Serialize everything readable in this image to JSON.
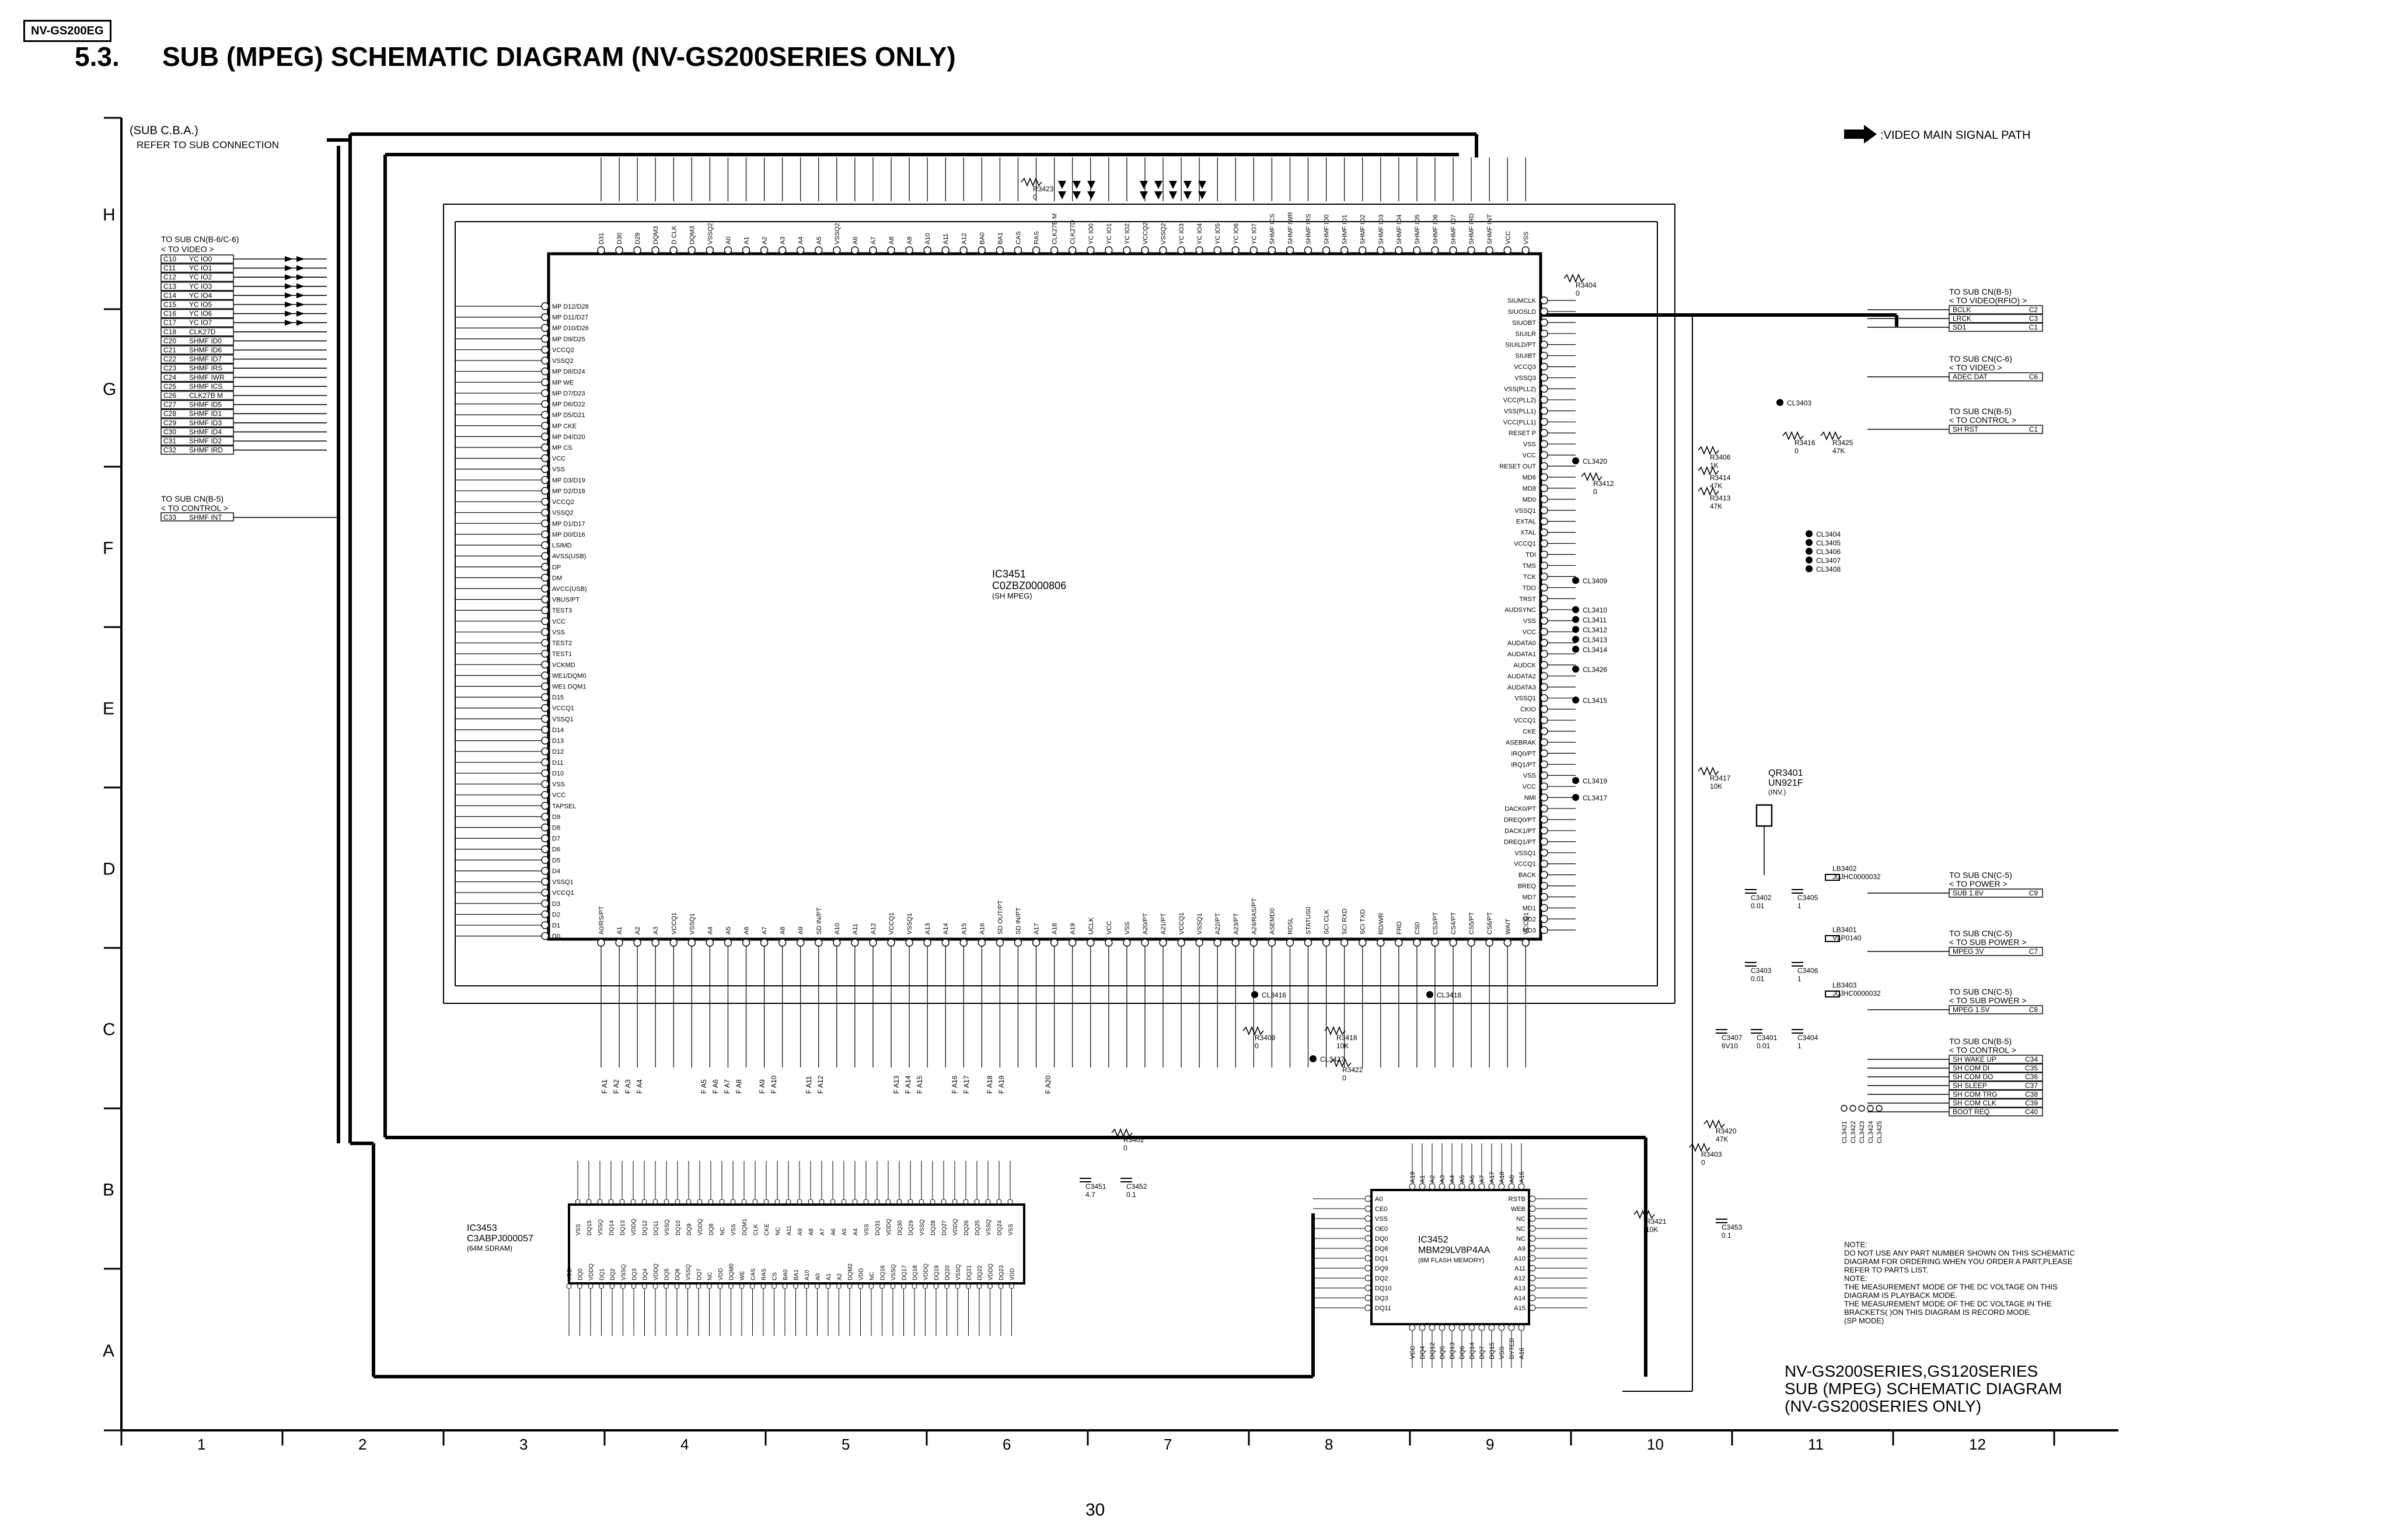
{
  "header": {
    "model_badge": "NV-GS200EG",
    "section_number": "5.3.",
    "section_title": "SUB (MPEG) SCHEMATIC DIAGRAM (NV-GS200SERIES ONLY)"
  },
  "page_number": "30",
  "legend": {
    "video_main_signal_path": ":VIDEO MAIN SIGNAL PATH"
  },
  "sub_cba": {
    "label": "(SUB C.B.A.)",
    "note": "REFER TO SUB CONNECTION"
  },
  "row_labels": [
    "H",
    "G",
    "F",
    "E",
    "D",
    "C",
    "B",
    "A"
  ],
  "column_labels": [
    "1",
    "2",
    "3",
    "4",
    "5",
    "6",
    "7",
    "8",
    "9",
    "10",
    "11",
    "12"
  ],
  "left_connector_video": {
    "title": "TO SUB CN(B-6/C-6)",
    "subtitle": "< TO VIDEO >",
    "pins": [
      {
        "pin": "C10",
        "signal": "YC IO0"
      },
      {
        "pin": "C11",
        "signal": "YC IO1"
      },
      {
        "pin": "C12",
        "signal": "YC IO2"
      },
      {
        "pin": "C13",
        "signal": "YC IO3"
      },
      {
        "pin": "C14",
        "signal": "YC IO4"
      },
      {
        "pin": "C15",
        "signal": "YC IO5"
      },
      {
        "pin": "C16",
        "signal": "YC IO6"
      },
      {
        "pin": "C17",
        "signal": "YC IO7"
      },
      {
        "pin": "C18",
        "signal": "CLK27D"
      },
      {
        "pin": "C20",
        "signal": "SHMF ID0"
      },
      {
        "pin": "C21",
        "signal": "SHMF ID6"
      },
      {
        "pin": "C22",
        "signal": "SHMF ID7"
      },
      {
        "pin": "C23",
        "signal": "SHMF IRS"
      },
      {
        "pin": "C24",
        "signal": "SHMF IWR"
      },
      {
        "pin": "C25",
        "signal": "SHMF ICS"
      },
      {
        "pin": "C26",
        "signal": "CLK27B M"
      },
      {
        "pin": "C27",
        "signal": "SHMF ID5"
      },
      {
        "pin": "C28",
        "signal": "SHMF ID1"
      },
      {
        "pin": "C29",
        "signal": "SHMF ID3"
      },
      {
        "pin": "C30",
        "signal": "SHMF ID4"
      },
      {
        "pin": "C31",
        "signal": "SHMF ID2"
      },
      {
        "pin": "C32",
        "signal": "SHMF IRD"
      }
    ]
  },
  "left_connector_control": {
    "title": "TO SUB CN(B-5)",
    "subtitle": "< TO CONTROL >",
    "pins": [
      {
        "pin": "C33",
        "signal": "SHMF INT"
      }
    ]
  },
  "ic_main": {
    "ref": "IC3451",
    "part": "C0ZBZ0000806",
    "desc": "(SH MPEG)",
    "left_pins": [
      "MP D12/D28",
      "MP D11/D27",
      "MP D10/D26",
      "MP D9/D25",
      "VCCQ2",
      "VSSQ2",
      "MP D8/D24",
      "MP WE",
      "MP D7/D23",
      "MP D6/D22",
      "MP D5/D21",
      "MP CKE",
      "MP D4/D20",
      "MP CS",
      "VCC",
      "VSS",
      "MP D3/D19",
      "MP D2/D18",
      "VCCQ2",
      "VSSQ2",
      "MP D1/D17",
      "MP D0/D16",
      "LSIMD",
      "AVSS(USB)",
      "DP",
      "DM",
      "AVCC(USB)",
      "VBUS/PT",
      "TEST3",
      "VCC",
      "VSS",
      "TEST2",
      "TEST1",
      "VCKMD",
      "WE1/DQM0",
      "WE1 DQM1",
      "D15",
      "VCCQ1",
      "VSSQ1",
      "D14",
      "D13",
      "D12",
      "D11",
      "D10",
      "VSS",
      "VCC",
      "TAPSEL",
      "D9",
      "D8",
      "D7",
      "D6",
      "D5",
      "D4",
      "VSSQ1",
      "VCCQ1",
      "D3",
      "D2",
      "D1",
      "D0"
    ],
    "right_pins": [
      "SIUMCLK",
      "SIUOSLD",
      "SIUOBT",
      "SIUILR",
      "SIUILD/PT",
      "SIUIBT",
      "VCCQ3",
      "VSSQ3",
      "VSS(PLL2)",
      "VCC(PLL2)",
      "VSS(PLL1)",
      "VCC(PLL1)",
      "RESET P",
      "VSS",
      "VCC",
      "RESET OUT",
      "MD6",
      "MD8",
      "MD0",
      "VSSQ1",
      "EXTAL",
      "XTAL",
      "VCCQ1",
      "TDI",
      "TMS",
      "TCK",
      "TDO",
      "TRST",
      "AUDSYNC",
      "VSS",
      "VCC",
      "AUDATA0",
      "AUDATA1",
      "AUDCK",
      "AUDATA2",
      "AUDATA3",
      "VSSQ1",
      "CKIO",
      "VCCQ1",
      "CKE",
      "ASEBRAK",
      "IRQ0/PT",
      "IRQ1/PT",
      "VSS",
      "VCC",
      "NMI",
      "DACK0/PT",
      "DREQ0/PT",
      "DACK1/PT",
      "DREQ1/PT",
      "VSSQ1",
      "VCCQ1",
      "BACK",
      "BREQ",
      "MD7",
      "MD1",
      "MD2",
      "MD3"
    ],
    "top_pins": [
      "D31",
      "D30",
      "D29",
      "DQM3",
      "D CLK",
      "DQM3",
      "VSSQ2",
      "A0",
      "A1",
      "A2",
      "A3",
      "A4",
      "A5",
      "VSSQ2",
      "A6",
      "A7",
      "A8",
      "A9",
      "A10",
      "A11",
      "A12",
      "BA0",
      "BA1",
      "CAS",
      "RAS",
      "CLK27B M",
      "CLK27D",
      "YC IO0",
      "YC IO1",
      "YC IO2",
      "VCCQ2",
      "VSSQ2",
      "YC IO3",
      "YC IO4",
      "YC IO5",
      "YC IO6",
      "YC IO7",
      "SHMF ICS",
      "SHMF IWR",
      "SHMF IRS",
      "SHMF ID0",
      "SHMF ID1",
      "SHMF ID2",
      "SHMF ID3",
      "SHMF ID4",
      "SHMF ID5",
      "SHMF ID6",
      "SHMF ID7",
      "SHMF IRD",
      "SHMF INT",
      "VCC",
      "VSS"
    ],
    "bottom_pins": [
      "A0/RS/PT",
      "A1",
      "A2",
      "A3",
      "VCCQ1",
      "VSSQ1",
      "A4",
      "A5",
      "A6",
      "A7",
      "A8",
      "A9",
      "SD IN/PT",
      "A10",
      "A11",
      "A12",
      "VCCQ1",
      "VSSQ1",
      "A13",
      "A14",
      "A15",
      "A16",
      "SD OUT/PT",
      "SD IN/PT",
      "A17",
      "A18",
      "A19",
      "UCLK",
      "VCC",
      "VSS",
      "A20/PT",
      "A21/PT",
      "VCCQ1",
      "VSSQ1",
      "A22/PT",
      "A23/PT",
      "A24/RAS/PT",
      "ASEMD0",
      "RDSL",
      "STATUS0",
      "SCI CLK",
      "SCI RXD",
      "SCI TXD",
      "RD/WR",
      "FRD",
      "CS0",
      "CS3/PT",
      "CS4/PT",
      "CS5/PT",
      "CS6/PT",
      "WAIT",
      "VCCQ1"
    ]
  },
  "ic_sdram": {
    "ref": "IC3453",
    "part": "C3ABPJ000057",
    "desc": "(64M SDRAM)",
    "top_pins": [
      "VSS",
      "DQ15",
      "VSSQ",
      "DQ14",
      "DQ13",
      "VDDQ",
      "DQ12",
      "DQ11",
      "VSSQ",
      "DQ10",
      "DQ9",
      "VDDQ",
      "DQ8",
      "NC",
      "VSS",
      "DQM1",
      "CLK",
      "CKE",
      "NC",
      "A11",
      "A9",
      "A8",
      "A7",
      "A6",
      "A5",
      "A4",
      "VSS",
      "DQ31",
      "VDDQ",
      "DQ30",
      "DQ29",
      "VSSQ",
      "DQ28",
      "DQ27",
      "VDDQ",
      "DQ26",
      "DQ25",
      "VSSQ",
      "DQ24",
      "VSS"
    ],
    "bottom_pins": [
      "VDD",
      "DQ0",
      "VDDQ",
      "DQ1",
      "DQ2",
      "VSSQ",
      "DQ3",
      "DQ4",
      "VDDQ",
      "DQ5",
      "DQ6",
      "VSSQ",
      "DQ7",
      "NC",
      "VDD",
      "DQM0",
      "WE",
      "CAS",
      "RAS",
      "CS",
      "BA0",
      "BA1",
      "A10",
      "A0",
      "A1",
      "A2",
      "DQM2",
      "VDD",
      "NC",
      "DQ16",
      "VSSQ",
      "DQ17",
      "DQ18",
      "VDDQ",
      "DQ19",
      "DQ20",
      "VSSQ",
      "DQ21",
      "DQ22",
      "VDDQ",
      "DQ23",
      "VDD"
    ]
  },
  "ic_flash": {
    "ref": "IC3452",
    "part": "MBM29LV8P4AA",
    "desc": "(8M FLASH MEMORY)",
    "left_pins": [
      "A0",
      "CE0",
      "VSS",
      "OE0",
      "DQ0",
      "DQ8",
      "DQ1",
      "DQ9",
      "DQ2",
      "DQ10",
      "DQ3",
      "DQ11"
    ],
    "right_pins": [
      "RSTB",
      "WEB",
      "NC",
      "NC",
      "NC",
      "A9",
      "A10",
      "A11",
      "A12",
      "A13",
      "A14",
      "A15"
    ],
    "top_pins": [
      "A19",
      "A1",
      "A2",
      "A3",
      "A4",
      "A5",
      "A6",
      "A7",
      "A17",
      "A18",
      "A8",
      "A16"
    ],
    "bottom_pins": [
      "VCC",
      "DQ4",
      "DQ12",
      "DQ5",
      "DQ13",
      "DQ6",
      "DQ14",
      "DQ7",
      "DQ15",
      "VSS",
      "BYTEB",
      "A16"
    ]
  },
  "right_connectors": [
    {
      "title": "TO SUB CN(B-5)",
      "subtitle": "< TO VIDEO(RFIO) >",
      "pins": [
        {
          "pin": "C2",
          "signal": "BCLK"
        },
        {
          "pin": "C3",
          "signal": "LRCK"
        },
        {
          "pin": "C1",
          "signal": "SD1"
        }
      ]
    },
    {
      "title": "TO SUB CN(C-6)",
      "subtitle": "< TO VIDEO >",
      "pins": [
        {
          "pin": "C6",
          "signal": "ADEC DAT"
        }
      ]
    },
    {
      "title": "TO SUB CN(B-5)",
      "subtitle": "< TO CONTROL >",
      "pins": [
        {
          "pin": "C1",
          "signal": "SH RST"
        }
      ]
    },
    {
      "title": "TO SUB CN(C-5)",
      "subtitle": "< TO POWER >",
      "pins": [
        {
          "pin": "C9",
          "signal": "SUB 1.8V"
        }
      ]
    },
    {
      "title": "TO SUB CN(C-5)",
      "subtitle": "< TO SUB POWER >",
      "pins": [
        {
          "pin": "C7",
          "signal": "MPEG 3V"
        }
      ]
    },
    {
      "title": "TO SUB CN(C-5)",
      "subtitle": "< TO SUB POWER >",
      "pins": [
        {
          "pin": "C8",
          "signal": "MPEG 1.5V"
        }
      ]
    },
    {
      "title": "TO SUB CN(B-5)",
      "subtitle": "< TO CONTROL >",
      "pins": [
        {
          "pin": "C34",
          "signal": "SH WAKE UP"
        },
        {
          "pin": "C35",
          "signal": "SH COM DI"
        },
        {
          "pin": "C36",
          "signal": "SH COM DO"
        },
        {
          "pin": "C37",
          "signal": "SH SLEEP"
        },
        {
          "pin": "C38",
          "signal": "SH COM TRG"
        },
        {
          "pin": "C39",
          "signal": "SH COM CLK"
        },
        {
          "pin": "C40",
          "signal": "BOOT REQ"
        }
      ]
    }
  ],
  "components": [
    {
      "ref": "R3404",
      "value": "0"
    },
    {
      "ref": "R3423",
      "value": "0"
    },
    {
      "ref": "R3416",
      "value": "0"
    },
    {
      "ref": "R3425",
      "value": "47K"
    },
    {
      "ref": "R3406",
      "value": "1K"
    },
    {
      "ref": "R3414",
      "value": "47K"
    },
    {
      "ref": "R3413",
      "value": "47K"
    },
    {
      "ref": "R3412",
      "value": "0"
    },
    {
      "ref": "R3417",
      "value": "10K"
    },
    {
      "ref": "R3409",
      "value": "0"
    },
    {
      "ref": "R3418",
      "value": "10K"
    },
    {
      "ref": "R3422",
      "value": "0"
    },
    {
      "ref": "R3402",
      "value": "0"
    },
    {
      "ref": "R3420",
      "value": "47K"
    },
    {
      "ref": "R3403",
      "value": "0"
    },
    {
      "ref": "R3421",
      "value": "10K"
    },
    {
      "ref": "C3402",
      "value": "0.01"
    },
    {
      "ref": "C3405",
      "value": "1"
    },
    {
      "ref": "C3403",
      "value": "0.01"
    },
    {
      "ref": "C3406",
      "value": "1"
    },
    {
      "ref": "C3407",
      "value": "6V10"
    },
    {
      "ref": "C3401",
      "value": "0.01"
    },
    {
      "ref": "C3404",
      "value": "1"
    },
    {
      "ref": "C3451",
      "value": "4.7"
    },
    {
      "ref": "C3452",
      "value": "0.1"
    },
    {
      "ref": "C3453",
      "value": "0.1"
    },
    {
      "ref": "LB3402",
      "value": "J0JHC0000032"
    },
    {
      "ref": "LB3401",
      "value": "VLP0140"
    },
    {
      "ref": "LB3403",
      "value": "J0JHC0000032"
    }
  ],
  "transistor": {
    "ref": "QR3401",
    "part": "UN921F",
    "desc": "(INV.)"
  },
  "cl_points": [
    "CL3403",
    "CL3420",
    "CL3404",
    "CL3405",
    "CL3406",
    "CL3407",
    "CL3408",
    "CL3409",
    "CL3410",
    "CL3411",
    "CL3412",
    "CL3413",
    "CL3414",
    "CL3426",
    "CL3415",
    "CL3419",
    "CL3417",
    "CL3416",
    "CL3418",
    "CL3427",
    "CL3421",
    "CL3422",
    "CL3423",
    "CL3424",
    "CL3425"
  ],
  "bus_labels": [
    "F A1",
    "F A2",
    "F A3",
    "F A4",
    "F A5",
    "F A6",
    "F A7",
    "F A8",
    "F A9",
    "F A10",
    "F A11",
    "F A12",
    "F A13",
    "F A14",
    "F A15",
    "F A16",
    "F A17",
    "F A18",
    "F A19",
    "F A20"
  ],
  "note": {
    "lines": [
      "NOTE:",
      "DO NOT USE ANY PART NUMBER SHOWN ON THIS SCHEMATIC",
      "DIAGRAM FOR ORDERING.WHEN YOU ORDER A PART,PLEASE",
      "REFER TO PARTS LIST.",
      "NOTE:",
      "THE MEASUREMENT MODE OF THE DC VOLTAGE ON THIS",
      "DIAGRAM IS PLAYBACK MODE.",
      "THE MEASUREMENT MODE OF THE DC VOLTAGE IN THE",
      "BRACKETS(  )ON THIS DIAGRAM IS RECORD MODE.",
      "(SP MODE)"
    ]
  },
  "title_block": {
    "line1": "NV-GS200SERIES,GS120SERIES",
    "line2": "SUB (MPEG) SCHEMATIC DIAGRAM",
    "line3": "(NV-GS200SERIES ONLY)"
  }
}
